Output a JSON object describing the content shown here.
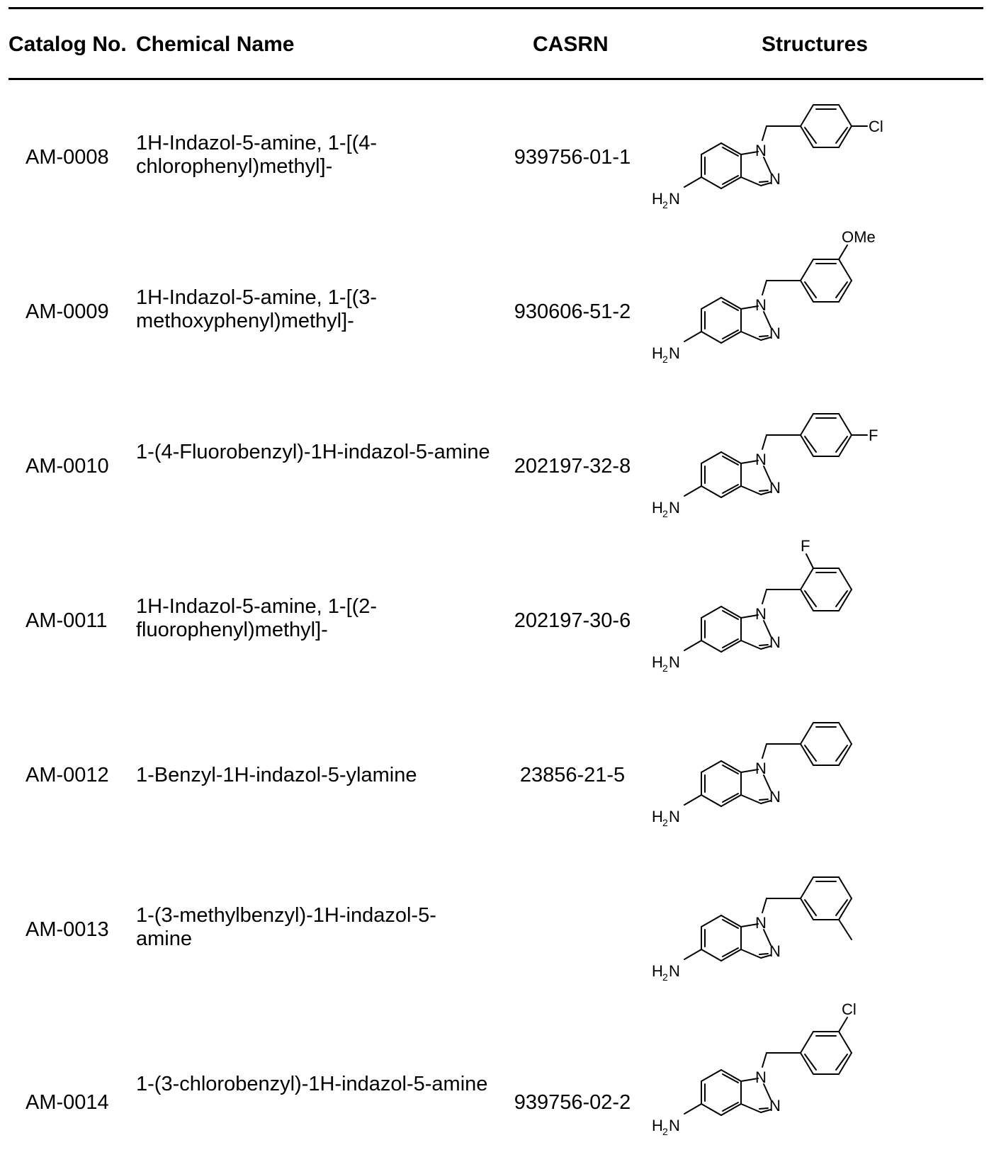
{
  "table": {
    "headers": [
      "Catalog No.",
      "Chemical Name",
      "CASRN",
      "Structures"
    ],
    "rows": [
      {
        "catalog": "AM-0008",
        "name": "1H-Indazol-5-amine, 1-[(4-chlorophenyl)methyl]-",
        "casrn": "939756-01-1",
        "substituent": "Cl",
        "substituent_position": "para"
      },
      {
        "catalog": "AM-0009",
        "name": "1H-Indazol-5-amine, 1-[(3-methoxyphenyl)methyl]-",
        "casrn": "930606-51-2",
        "substituent": "OMe",
        "substituent_position": "meta"
      },
      {
        "catalog": "AM-0010",
        "name": "1-(4-Fluorobenzyl)-1H-indazol-5-amine",
        "casrn": "202197-32-8",
        "substituent": "F",
        "substituent_position": "para"
      },
      {
        "catalog": "AM-0011",
        "name": "1H-Indazol-5-amine, 1-[(2-fluorophenyl)methyl]-",
        "casrn": "202197-30-6",
        "substituent": "F",
        "substituent_position": "ortho"
      },
      {
        "catalog": "AM-0012",
        "name": "1-Benzyl-1H-indazol-5-ylamine",
        "casrn": "23856-21-5",
        "substituent": "",
        "substituent_position": "none"
      },
      {
        "catalog": "AM-0013",
        "name": "1-(3-methylbenzyl)-1H-indazol-5-amine",
        "casrn": "",
        "substituent": "",
        "substituent_position": "meta-methyl"
      },
      {
        "catalog": "AM-0014",
        "name": "1-(3-chlorobenzyl)-1H-indazol-5-amine",
        "casrn": "939756-02-2",
        "substituent": "Cl",
        "substituent_position": "meta"
      }
    ]
  },
  "structure_labels": {
    "amine": "H",
    "amine_sub": "2",
    "amine_n": "N",
    "n1": "N",
    "n2": "N"
  }
}
